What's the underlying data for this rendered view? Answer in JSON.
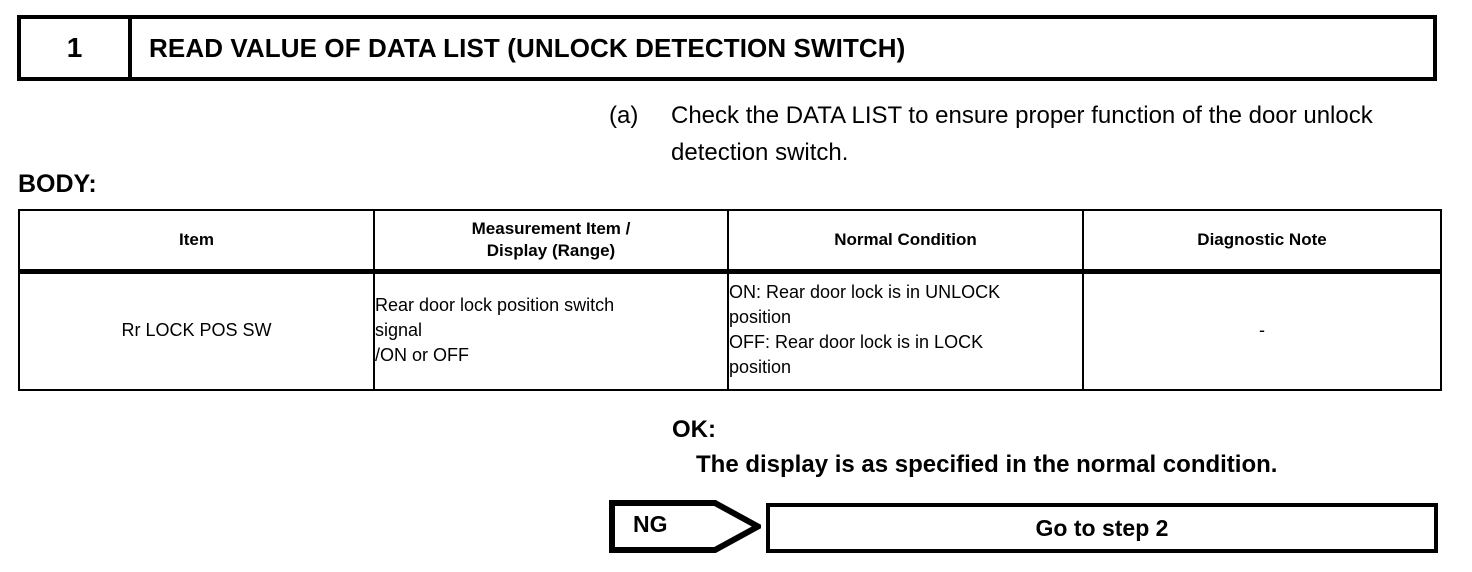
{
  "step": {
    "number": "1",
    "title": "READ VALUE OF DATA LIST (UNLOCK DETECTION SWITCH)"
  },
  "instruction": {
    "marker": "(a)",
    "text": "Check the DATA LIST to ensure proper function of the door unlock detection switch."
  },
  "section": {
    "label": "BODY:"
  },
  "table": {
    "headers": [
      "Item",
      "Measurement Item /\nDisplay (Range)",
      "Normal Condition",
      "Diagnostic Note"
    ],
    "header_measure_line1": "Measurement Item /",
    "header_measure_line2": "Display (Range)",
    "rows": [
      {
        "item": "Rr LOCK POS SW",
        "measurement": "Rear door lock position switch signal\n/ON or OFF",
        "measurement_line1": "Rear door lock position switch",
        "measurement_line2": "signal",
        "measurement_line3": "/ON or OFF",
        "normal_condition": "ON: Rear door lock is in UNLOCK position\nOFF: Rear door lock is in LOCK position",
        "normal_line1": "ON: Rear door lock is in UNLOCK",
        "normal_line2": "position",
        "normal_line3": "OFF: Rear door lock is in LOCK",
        "normal_line4": "position",
        "diagnostic_note": "-"
      }
    ]
  },
  "result_ok": {
    "label": "OK:",
    "text": "The display is as specified in the normal condition."
  },
  "result_ng": {
    "label": "NG",
    "action": "Go to step 2"
  },
  "colors": {
    "ink": "#000000",
    "paper": "#ffffff"
  }
}
